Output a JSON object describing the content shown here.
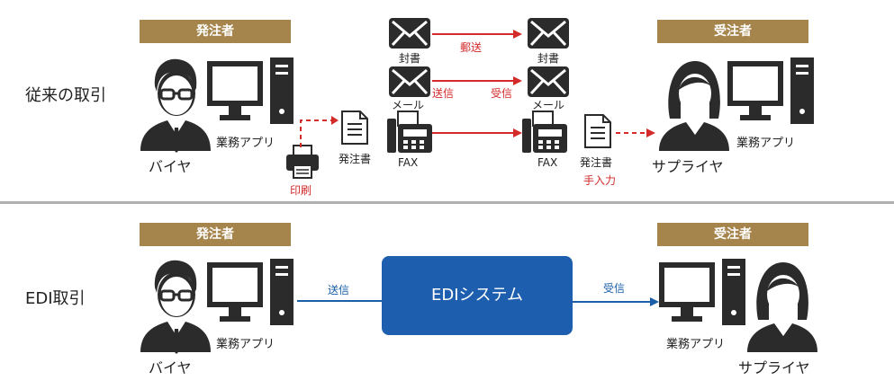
{
  "top": {
    "row_title": "従来の取引",
    "orderer_label": "発注者",
    "receiver_label": "受注者",
    "buyer_name": "バイヤ",
    "supplier_name": "サプライヤ",
    "buyer_app": "業務アプリ",
    "supplier_app": "業務アプリ",
    "print_label": "印刷",
    "order_doc_left": "発注書",
    "order_doc_right": "発注書",
    "manual_input": "手入力",
    "letter_left": "封書",
    "letter_right": "封書",
    "mail_flow": "郵送",
    "email_left": "メール",
    "email_right": "メール",
    "send": "送信",
    "receive": "受信",
    "fax_left": "FAX",
    "fax_right": "FAX"
  },
  "bottom": {
    "row_title": "EDI取引",
    "orderer_label": "発注者",
    "receiver_label": "受注者",
    "buyer_name": "バイヤ",
    "supplier_name": "サプライヤ",
    "buyer_app": "業務アプリ",
    "supplier_app": "業務アプリ",
    "send": "送信",
    "receive": "受信",
    "edi_system": "EDIシステム"
  },
  "colors": {
    "label_gold": "#a6854d",
    "arrow_red": "#d32a2a",
    "arrow_blue": "#1a5fa8",
    "edi_blue": "#1d5fae",
    "icon_dark": "#2b2b2b"
  }
}
